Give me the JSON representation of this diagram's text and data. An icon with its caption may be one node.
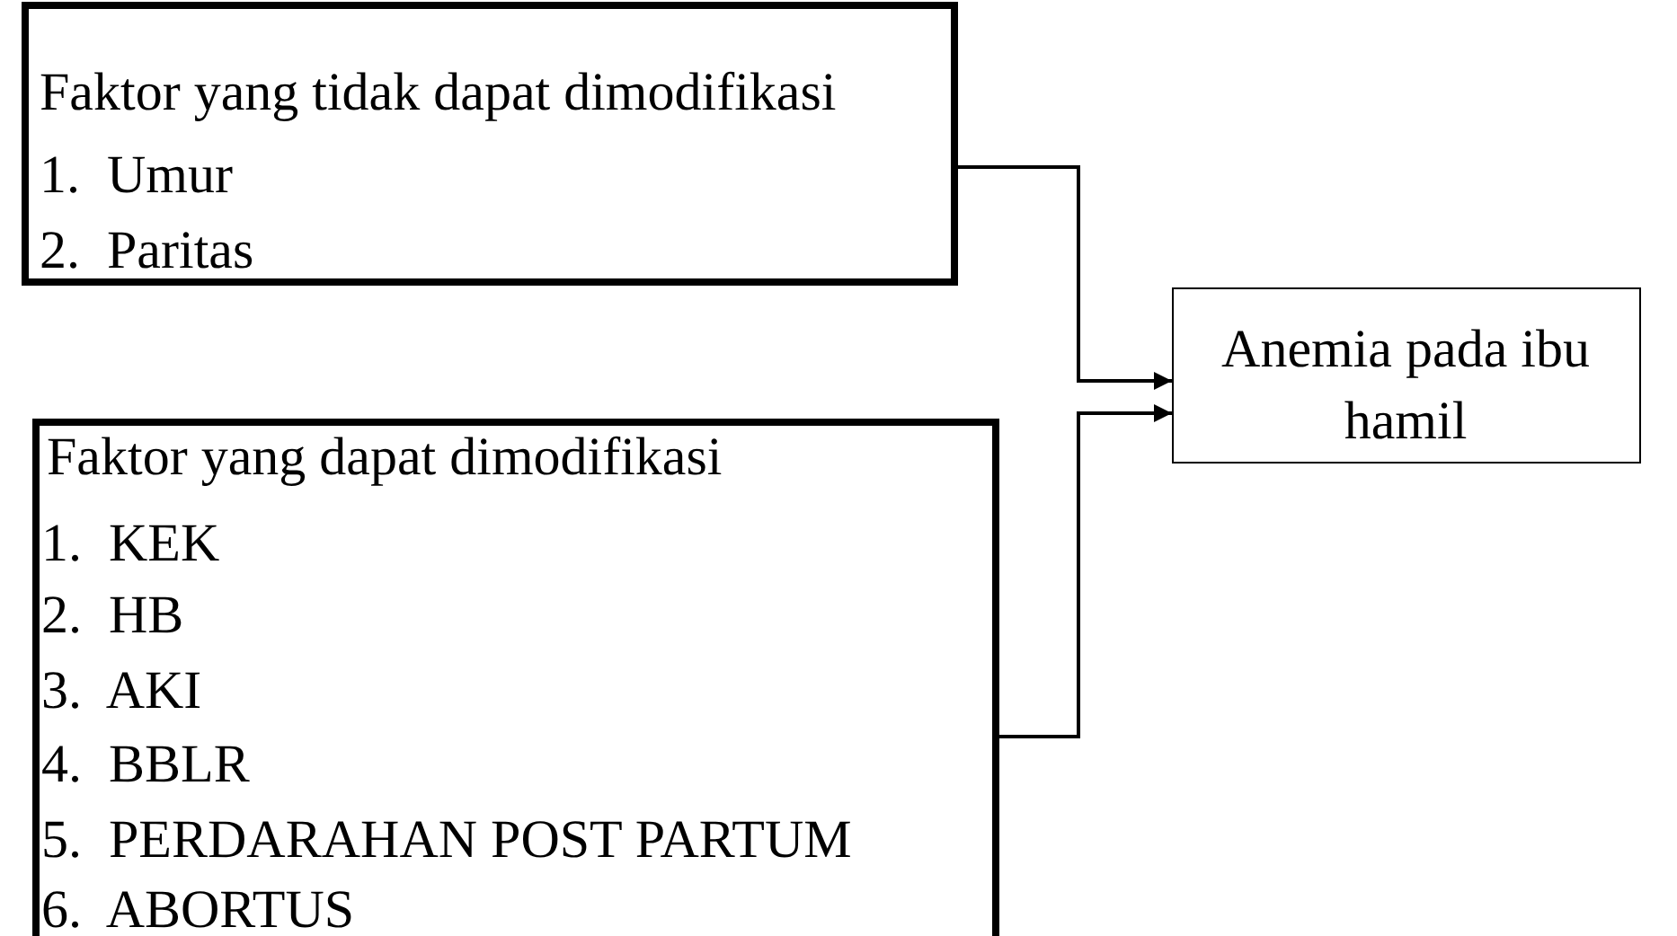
{
  "diagram": {
    "nodes": [
      {
        "text": [
          "Faktor yang tidak dapat dimodifikasi",
          "1.  Umur",
          "2.  Paritas"
        ]
      },
      {
        "text": [
          "Faktor yang dapat dimodifikasi",
          "1.  KEK",
          "2.  HB",
          "3.  AKI",
          "4.  BBLR",
          "5.  PERDARAHAN POST PARTUM",
          "6.  ABORTUS"
        ]
      },
      {
        "text": [
          "Anemia pada ibu hamil"
        ]
      }
    ],
    "edges": [
      {
        "from": 0,
        "to": 2,
        "arrow": "to"
      },
      {
        "from": 1,
        "to": 2,
        "arrow": "to"
      }
    ]
  }
}
